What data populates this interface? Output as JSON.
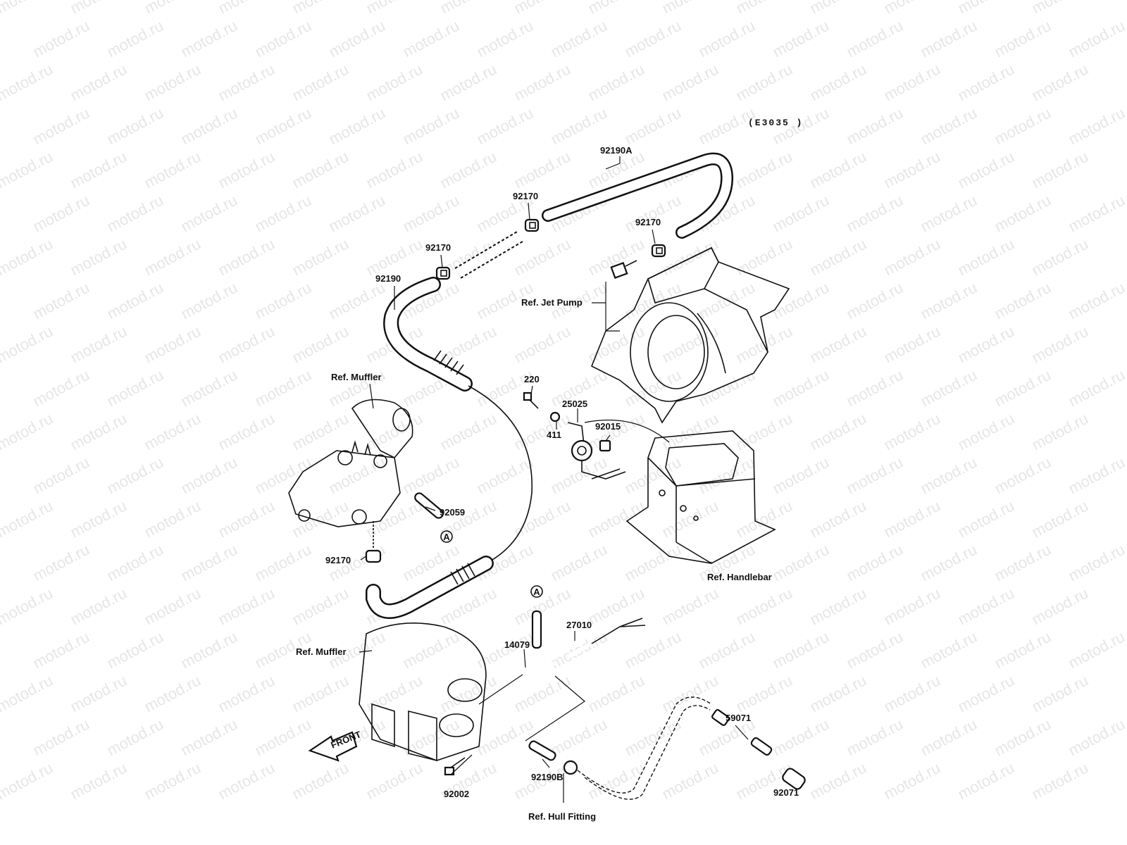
{
  "watermark": {
    "text": "motod.ru"
  },
  "diagram_code": "(E3035 )",
  "callouts": {
    "p92190A": "92190A",
    "p92170_top": "92170",
    "p92170_left": "92170",
    "p92170_right": "92170",
    "p92190": "92190",
    "ref_jet_pump": "Ref. Jet Pump",
    "ref_muffler_top": "Ref. Muffler",
    "p220": "220",
    "p25025": "25025",
    "p411": "411",
    "p92015": "92015",
    "p92059": "92059",
    "marker_a_top": "A",
    "p92170_bottom": "92170",
    "ref_handlebar": "Ref. Handlebar",
    "marker_a_bottom": "A",
    "p27010": "27010",
    "p14079": "14079",
    "ref_muffler_bottom": "Ref. Muffler",
    "front": "FRONT",
    "p59071": "59071",
    "p92190B": "92190B",
    "p92002": "92002",
    "p92071": "92071",
    "ref_hull_fitting": "Ref. Hull Fitting"
  }
}
